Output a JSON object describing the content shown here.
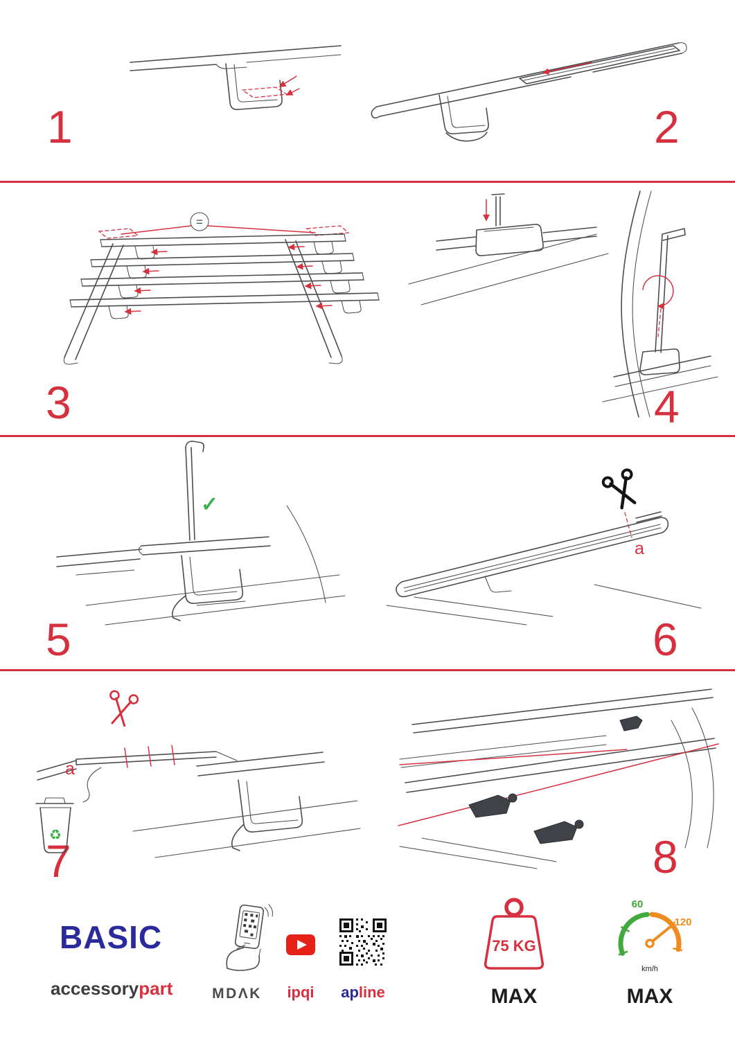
{
  "page": {
    "background": "#ffffff",
    "accent_red": "#d6303f",
    "drawing_line": "#4b4c50",
    "green": "#3cae4b",
    "orange": "#ef8b1f",
    "navy": "#2b2a9c",
    "youtube_red": "#e62117"
  },
  "steps": [
    {
      "number": "1"
    },
    {
      "number": "2"
    },
    {
      "number": "3"
    },
    {
      "number": "4"
    },
    {
      "number": "5"
    },
    {
      "number": "6"
    },
    {
      "number": "7"
    },
    {
      "number": "8"
    }
  ],
  "markers": {
    "equal_spacing": "=",
    "correct_check": "✓",
    "part_label_a": "a",
    "recycle_symbol": "♻"
  },
  "footer": {
    "brand_title": "BASIC",
    "brand_name_dark": "accessory",
    "brand_name_red": "part",
    "app_label": "MDΛK",
    "video_label": "ipqi",
    "site_label_dark": "ap",
    "site_label_red": "line",
    "max_load_value": "75 KG",
    "max_load_label": "MAX",
    "speed_tick_low": "60",
    "speed_tick_high": "120",
    "speed_unit": "km/h",
    "max_speed_label": "MAX"
  }
}
